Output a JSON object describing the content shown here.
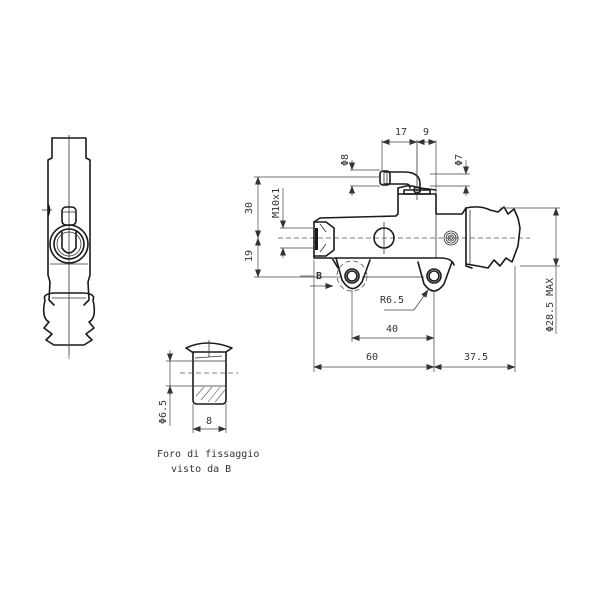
{
  "drawing": {
    "title": "Master cylinder technical drawing",
    "dimensions": {
      "d17": "17",
      "d9": "9",
      "phi8": "Φ8",
      "phi7": "Φ7",
      "d30": "30",
      "m10": "M10x1",
      "d19": "19",
      "viewB": "B",
      "r65": "R6.5",
      "d40": "40",
      "d60": "60",
      "d375": "37.5",
      "phi285": "Φ28.5 MAX"
    },
    "detail": {
      "phi65": "Φ6.5",
      "d8": "8",
      "caption_line1": "Foro di fissaggio",
      "caption_line2": "visto da B"
    }
  }
}
